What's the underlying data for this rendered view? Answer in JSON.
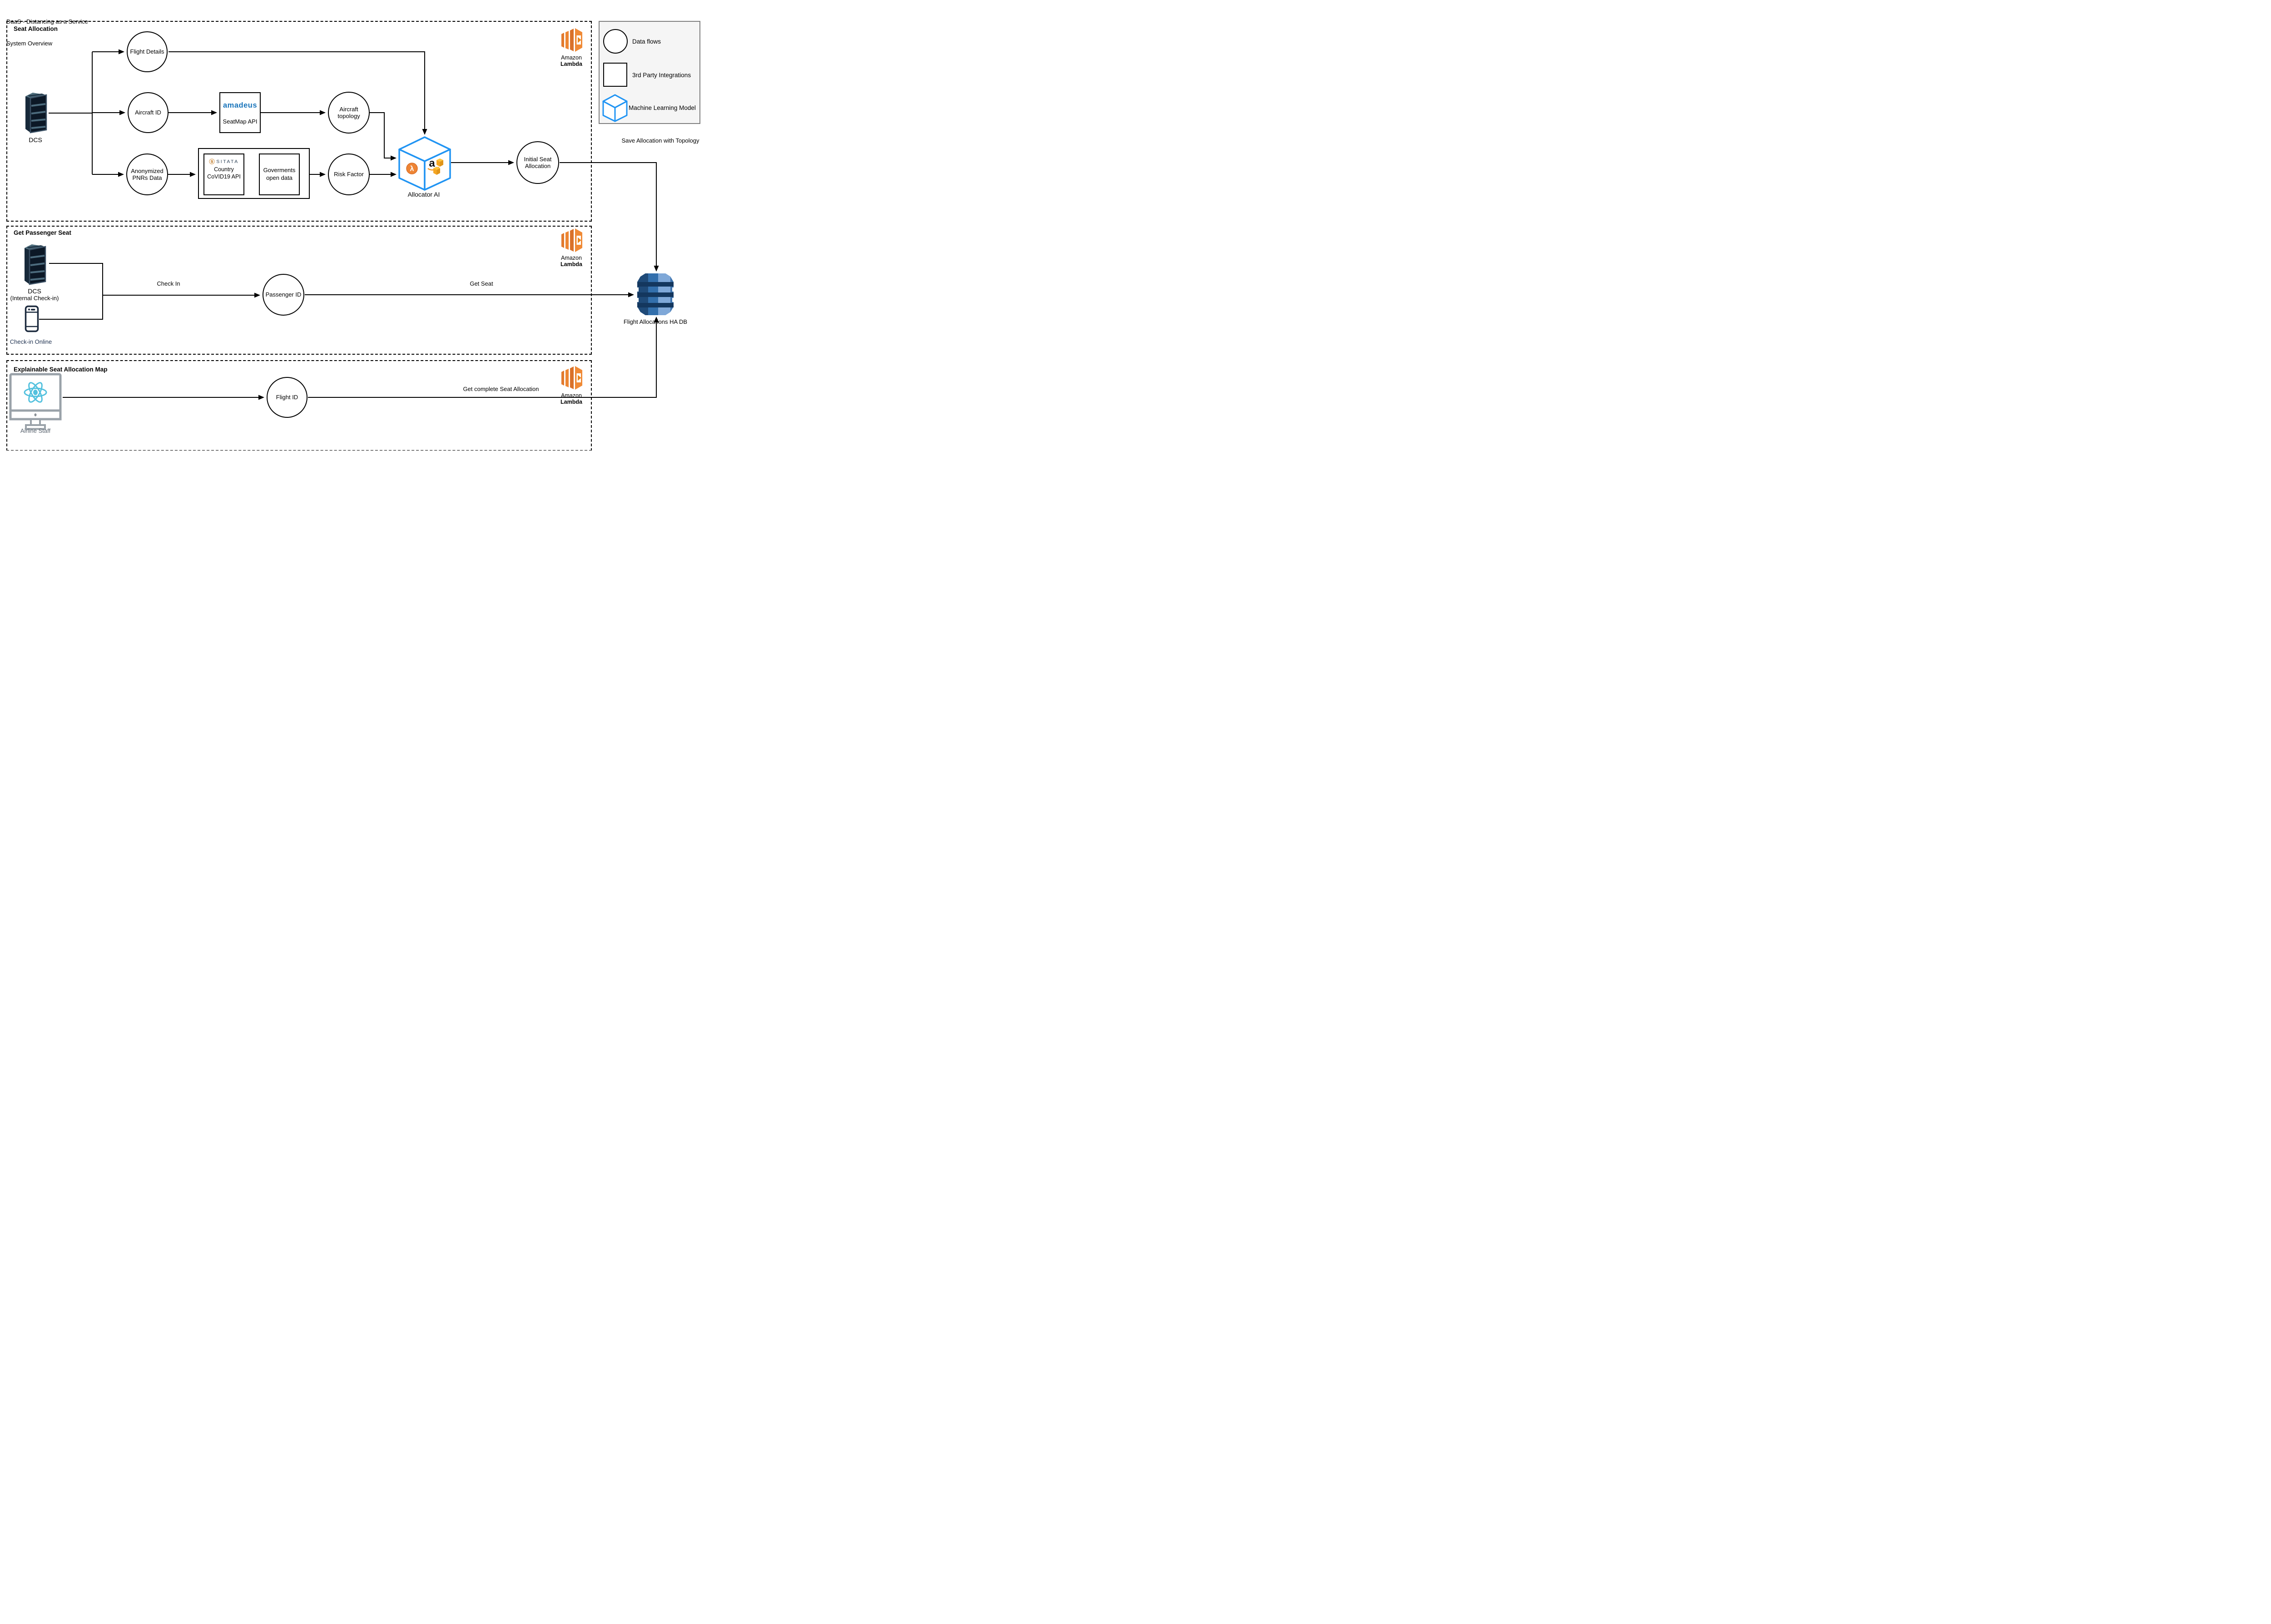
{
  "title": {
    "line1": "DaaS - Distancing as a Service",
    "line2": "System Overview"
  },
  "legend": {
    "data_flows": "Data flows",
    "third_party": "3rd Party Integrations",
    "ml_model": "Machine Learning Model"
  },
  "aws_lambda": {
    "line1": "Amazon",
    "line2": "Lambda"
  },
  "sections": {
    "seat_allocation": {
      "title": "Seat Allocation",
      "dcs": "DCS",
      "flight_details": "Flight Details",
      "aircraft_id": "Aircraft ID",
      "anonymized_pnrs": "Anonymized PNRs Data",
      "amadeus_brand": "amadeus",
      "amadeus_label": "SeatMap API",
      "sitata_brand": "SITATA",
      "sitata_label": "Country CoVID19 API",
      "governments_label": "Goverments open data",
      "aircraft_topology": "Aircraft topology",
      "risk_factor": "Risk Factor",
      "allocator_ai": "Allocator AI",
      "initial_seat_allocation": "Initial Seat Allocation"
    },
    "get_passenger_seat": {
      "title": "Get Passenger Seat",
      "dcs_line1": "DCS",
      "dcs_line2": "(Internal Check-in)",
      "checkin_online": "Check-in Online",
      "passenger_id": "Passenger ID",
      "check_in": "Check In",
      "get_seat": "Get Seat"
    },
    "explainable": {
      "title": "Explainable Seat Allocation Map",
      "airline_staff": "Airline Staff",
      "flight_id": "Flight ID",
      "get_complete": "Get complete Seat Allocation"
    }
  },
  "database": {
    "label": "Flight Allocations HA DB"
  },
  "edge_labels": {
    "save_allocation": "Save Allocation with Topology"
  },
  "icons": {
    "allocator_lambda_glyph": "λ",
    "amazon_a_glyph": "a"
  },
  "colors": {
    "ml_cube_blue": "#2094F3",
    "amadeus_blue": "#1A75BB",
    "aws_orange": "#F08A36",
    "dynamodb_blue": "#336FAC",
    "dynamodb_dark": "#14375E",
    "react_cyan": "#53C1DE",
    "navy": "#1D2B3F",
    "monitor_gray": "#9AA2A9",
    "sitata_gold": "#DAA668",
    "sitata_navy": "#33475B",
    "legend_bg": "#F5F5F5"
  }
}
